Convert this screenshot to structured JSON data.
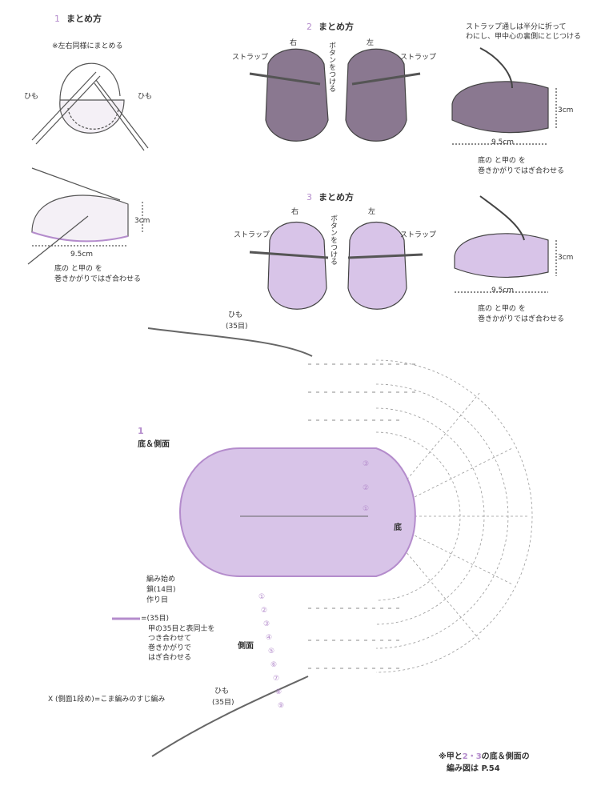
{
  "sec1": {
    "num": "1",
    "title": "まとめ方",
    "note": "※左右同様にまとめる",
    "himo_l": "ひも",
    "himo_r": "ひも",
    "size_h": "3cm",
    "size_w": "9.5cm",
    "join1": "底の",
    "join2": "と甲の",
    "join3": "を",
    "join4": "巻きかがりではぎ合わせる"
  },
  "sec2": {
    "num": "2",
    "title": "まとめ方",
    "migi": "右",
    "hidari": "左",
    "strap_l": "ストラップ",
    "strap_r": "ストラップ",
    "button": "ボタンをつける",
    "note1": "ストラップ通しは半分に折って",
    "note2": "わにし、甲中心の裏側にとじつける",
    "size_h": "3cm",
    "size_w": "9.5cm",
    "join4": "巻きかがりではぎ合わせる"
  },
  "sec3": {
    "num": "3",
    "title": "まとめ方",
    "migi": "右",
    "hidari": "左",
    "strap_l": "ストラップ",
    "strap_r": "ストラップ",
    "button": "ボタンをつける",
    "size_h": "3cm",
    "size_w": "9.5cm",
    "join4": "巻きかがりではぎ合わせる"
  },
  "chart": {
    "num": "1",
    "title": "底＆側面",
    "himo_top": "ひも",
    "himo_top_count": "(35目)",
    "himo_bot": "ひも",
    "himo_bot_count": "(35目)",
    "sole": "底",
    "side": "側面",
    "start1": "編み始め",
    "start2": "鎖(14目)",
    "start3": "作り目",
    "legend_count": "=(35目)",
    "legend1": "甲の35目と表同士を",
    "legend2": "つき合わせて",
    "legend3": "巻きかがりで",
    "legend4": "はぎ合わせる",
    "sym_x": "X",
    "sym_note": "(側面1段め)=こま編みのすじ編み",
    "footer1": "※甲と",
    "footer_nums": "2・3",
    "footer2": "の底＆側面の",
    "footer3": "編み図は P.54",
    "sole_rows": [
      "③",
      "②",
      "①"
    ],
    "side_rows": [
      "①",
      "②",
      "③",
      "④",
      "⑤",
      "⑥",
      "⑦",
      "⑧",
      "⑨"
    ]
  },
  "colors": {
    "accent": "#b48ccc",
    "fill_dark": "#8a7890",
    "fill_light": "#d8c4e8",
    "line": "#555555"
  }
}
